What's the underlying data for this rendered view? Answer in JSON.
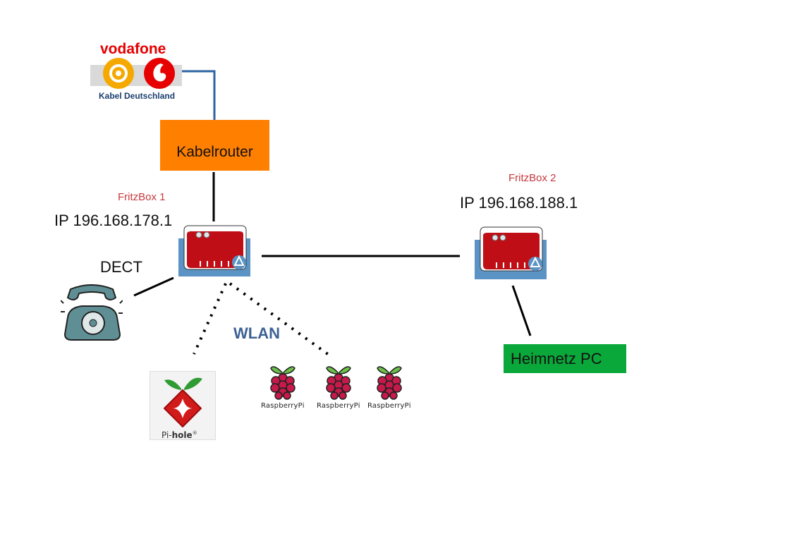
{
  "isp": {
    "brand": "vodafone",
    "subtitle": "Kabel Deutschland"
  },
  "kabelrouter": {
    "label": "Kabelrouter",
    "color": "#ff7f00"
  },
  "fritzbox1": {
    "name": "FritzBox 1",
    "ip": "IP 196.168.178.1"
  },
  "fritzbox2": {
    "name": "FritzBox 2",
    "ip": "IP 196.168.188.1"
  },
  "dect": {
    "label": "DECT"
  },
  "wlan": {
    "label": "WLAN"
  },
  "heimnetz": {
    "label": "Heimnetz PC",
    "color": "#0aa83a"
  },
  "pihole": {
    "caption_prefix": "Pi-",
    "caption_bold": "hole",
    "mark": "®"
  },
  "raspberry_pis": [
    {
      "caption": "RaspberryPi"
    },
    {
      "caption": "RaspberryPi"
    },
    {
      "caption": "RaspberryPi"
    }
  ],
  "icons": [
    "vodafone-logo-icon",
    "fritzbox-router-icon",
    "telephone-icon",
    "pihole-logo-icon",
    "raspberry-pi-icon"
  ]
}
